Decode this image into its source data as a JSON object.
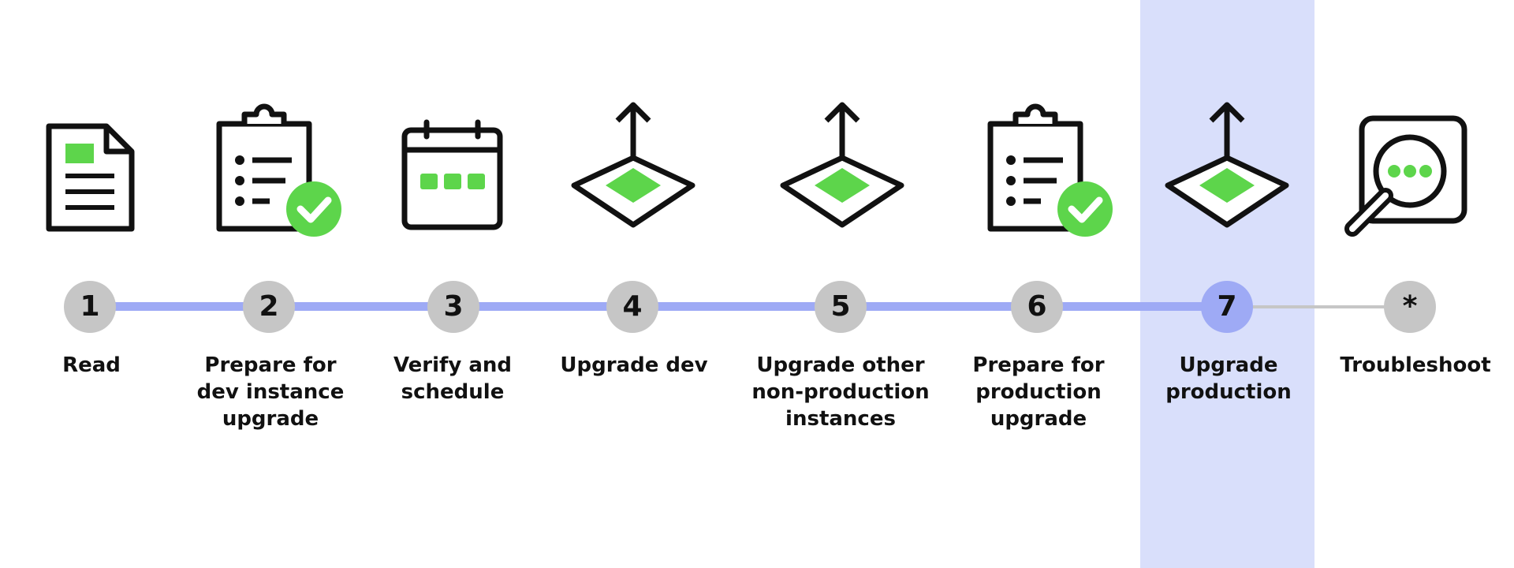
{
  "colors": {
    "accent_green": "#5dd54b",
    "progress_blue": "#9eaaf5",
    "current_step_highlight": "#d9dffb",
    "inactive_gray": "#c6c6c6",
    "ink": "#111111"
  },
  "steps": [
    {
      "marker": "1",
      "label": "Read",
      "icon": "document-icon"
    },
    {
      "marker": "2",
      "label": "Prepare for\ndev instance\nupgrade",
      "icon": "clipboard-check-icon"
    },
    {
      "marker": "3",
      "label": "Verify and\nschedule",
      "icon": "calendar-icon"
    },
    {
      "marker": "4",
      "label": "Upgrade dev",
      "icon": "upgrade-icon"
    },
    {
      "marker": "5",
      "label": "Upgrade other\nnon-production\ninstances",
      "icon": "upgrade-icon"
    },
    {
      "marker": "6",
      "label": "Prepare for\nproduction\nupgrade",
      "icon": "clipboard-check-icon"
    },
    {
      "marker": "7",
      "label": "Upgrade\nproduction",
      "icon": "upgrade-icon"
    },
    {
      "marker": "*",
      "label": "Troubleshoot",
      "icon": "troubleshoot-search-icon"
    }
  ],
  "current_step": 7
}
